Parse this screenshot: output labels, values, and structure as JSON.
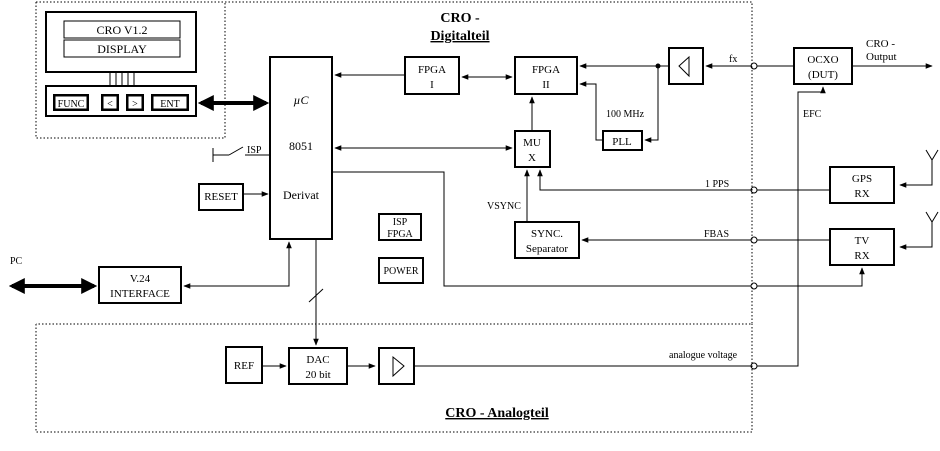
{
  "sections": {
    "digital_title_1": "CRO -",
    "digital_title_2": "Digitalteil",
    "analog_title": "CRO - Analogteil"
  },
  "lcd": {
    "line1": "CRO V1.2",
    "line2": "DISPLAY"
  },
  "keypad": {
    "func": "FUNC",
    "left": "<",
    "right": ">",
    "ent": "ENT"
  },
  "mcu": {
    "line1": "µC",
    "line2": "8051",
    "line3": "Derivat"
  },
  "blocks": {
    "fpga1_line1": "FPGA",
    "fpga1_line2": "I",
    "fpga2_line1": "FPGA",
    "fpga2_line2": "II",
    "mux_line1": "MU",
    "mux_line2": "X",
    "pll": "PLL",
    "sync_line1": "SYNC.",
    "sync_line2": "Separator",
    "ocxo_line1": "OCXO",
    "ocxo_line2": "(DUT)",
    "gps_line1": "GPS",
    "gps_line2": "RX",
    "tv_line1": "TV",
    "tv_line2": "RX",
    "reset": "RESET",
    "isp_fpga_line1": "ISP",
    "isp_fpga_line2": "FPGA",
    "power": "POWER",
    "v24_line1": "V.24",
    "v24_line2": "INTERFACE",
    "ref": "REF",
    "dac_line1": "DAC",
    "dac_line2": "20 bit"
  },
  "labels": {
    "pc": "PC",
    "isp": "ISP",
    "fx": "fx",
    "mhz": "100 MHz",
    "cro_output_1": "CRO -",
    "cro_output_2": "Output",
    "efc": "EFC",
    "pps": "1 PPS",
    "fbas": "FBAS",
    "vsync": "VSYNC",
    "analogue_voltage": "analogue voltage"
  }
}
